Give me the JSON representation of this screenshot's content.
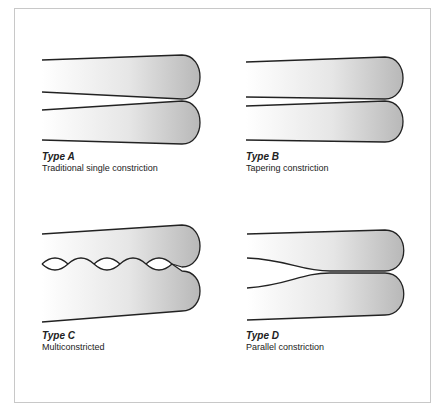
{
  "diagram": {
    "labels": [
      "Type A",
      "Traditional single constriction",
      "Type B",
      "Tapering constriction",
      "Type C",
      "Multiconstricted",
      "Type D",
      "Parallel constriction"
    ]
  }
}
